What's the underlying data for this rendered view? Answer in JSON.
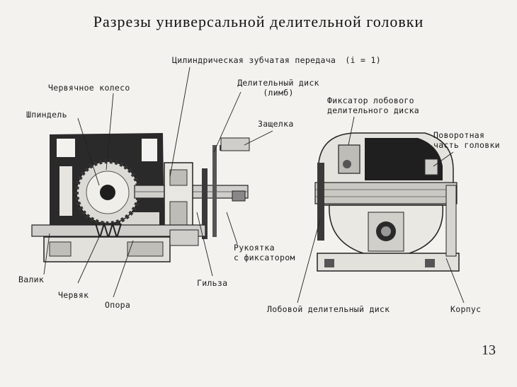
{
  "title": "Разрезы универсальной делительной головки",
  "page_number": "13",
  "labels": {
    "gear_transmission": "Цилиндрическая зубчатая передача",
    "gear_ratio": "(i = 1)",
    "worm_wheel": "Червячное колесо",
    "dividing_disc_line1": "Делительный диск",
    "dividing_disc_line2": "(лимб)",
    "spindle": "Шпиндель",
    "latch": "Защелка",
    "front_fixator_line1": "Фиксатор лобового",
    "front_fixator_line2": "делительного диска",
    "rotating_part_line1": "Поворотная",
    "rotating_part_line2": "часть головки",
    "handle_line1": "Рукоятка",
    "handle_line2": "с фиксатором",
    "shaft": "Валик",
    "worm": "Червяк",
    "support": "Опора",
    "sleeve": "Гильза",
    "front_disc": "Лобовой делительный диск",
    "housing": "Корпус"
  }
}
